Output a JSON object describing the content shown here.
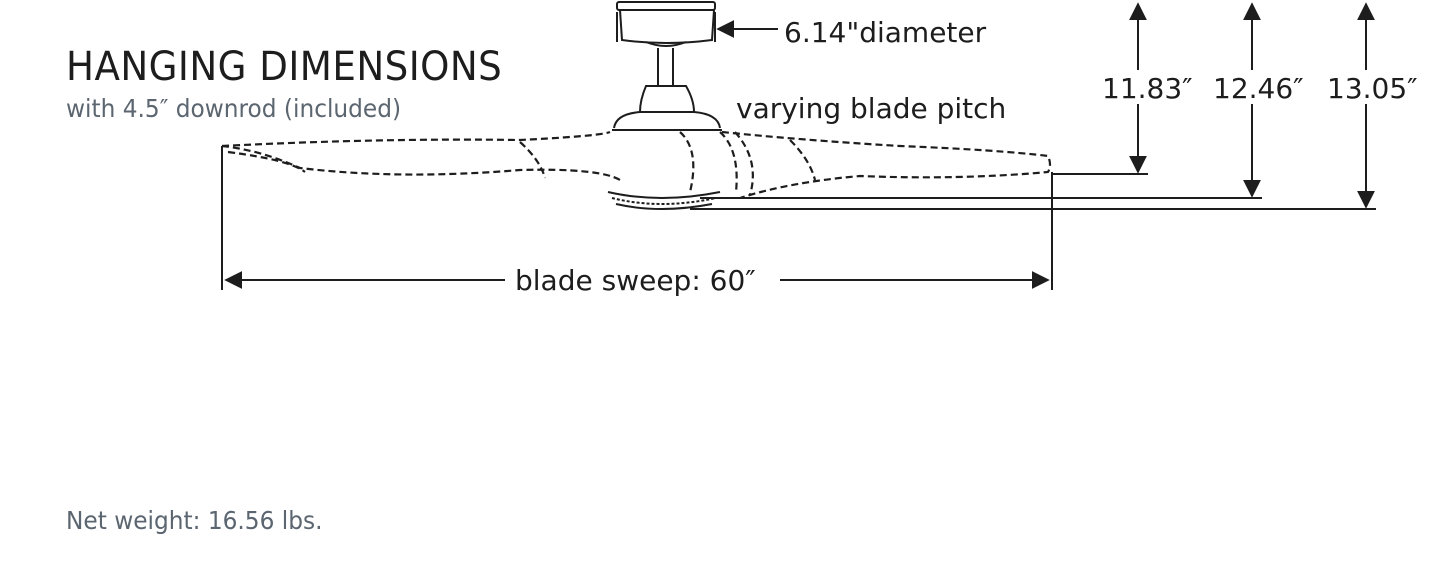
{
  "heading": {
    "title": "HANGING DIMENSIONS",
    "subtitle": "with 4.5″ downrod (included)"
  },
  "labels": {
    "diameter": "6.14\"diameter",
    "blade_pitch": "varying blade pitch",
    "blade_sweep": "blade sweep: 60″",
    "height_1": "11.83″",
    "height_2": "12.46″",
    "height_3": "13.05″"
  },
  "footer": {
    "net_weight": "Net weight: 16.56 lbs."
  },
  "colors": {
    "text": "#1d1d1d",
    "subtext": "#5c6670",
    "line": "#1d1d1d"
  }
}
